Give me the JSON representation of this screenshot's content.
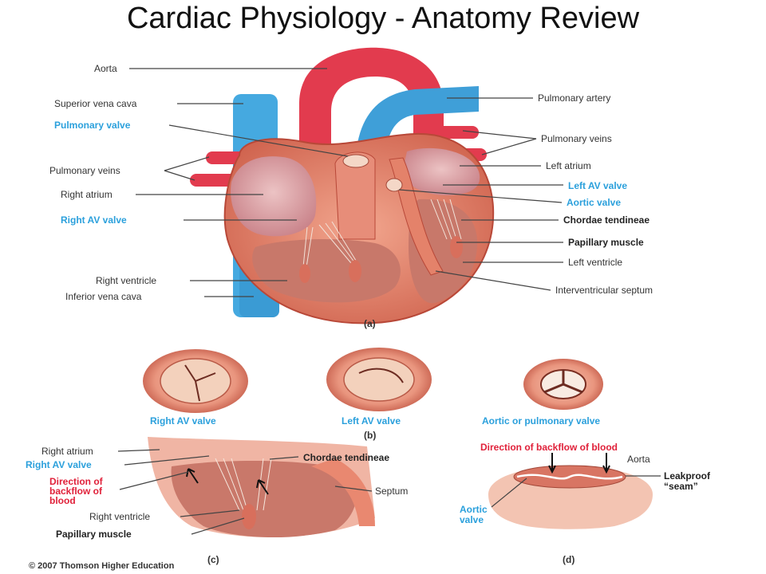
{
  "title": "Cardiac Physiology - Anatomy Review",
  "panel_a": {
    "caption": "(a)",
    "labels": {
      "aorta": "Aorta",
      "superior_vena_cava": "Superior vena cava",
      "pulmonary_valve": "Pulmonary valve",
      "pulmonary_veins_left": "Pulmonary veins",
      "right_atrium": "Right atrium",
      "right_av_valve": "Right AV valve",
      "right_ventricle": "Right ventricle",
      "inferior_vena_cava": "Inferior vena cava",
      "pulmonary_artery": "Pulmonary artery",
      "pulmonary_veins_right": "Pulmonary veins",
      "left_atrium": "Left atrium",
      "left_av_valve": "Left AV valve",
      "aortic_valve": "Aortic valve",
      "chordae_tendineae": "Chordae tendineae",
      "papillary_muscle": "Papillary muscle",
      "left_ventricle": "Left ventricle",
      "interventricular_septum": "Interventricular septum"
    }
  },
  "panel_b": {
    "caption": "(b)",
    "labels": {
      "right_av_valve": "Right AV valve",
      "left_av_valve": "Left AV valve",
      "aortic_or_pulmonary_valve": "Aortic or pulmonary valve"
    }
  },
  "panel_c": {
    "caption": "(c)",
    "labels": {
      "right_atrium": "Right atrium",
      "right_av_valve": "Right AV valve",
      "direction_line1": "Direction of",
      "direction_line2": "backflow of",
      "direction_line3": "blood",
      "chordae_tendineae": "Chordae tendineae",
      "septum": "Septum",
      "right_ventricle": "Right ventricle",
      "papillary_muscle": "Papillary muscle"
    }
  },
  "panel_d": {
    "caption": "(d)",
    "labels": {
      "direction": "Direction of backflow of blood",
      "aorta": "Aorta",
      "leakproof_line1": "Leakproof",
      "leakproof_line2": "“seam”",
      "aortic_line1": "Aortic",
      "aortic_line2": "valve"
    }
  },
  "copyright": "© 2007 Thomson Higher Education",
  "colors": {
    "artery_red": "#e23b4e",
    "vein_blue": "#45a9e0",
    "tissue": "#e98870",
    "tissue_dark": "#b84838",
    "chamber": "#dca0a4",
    "label_blue": "#2ba0dc",
    "label_red": "#e0213a"
  }
}
